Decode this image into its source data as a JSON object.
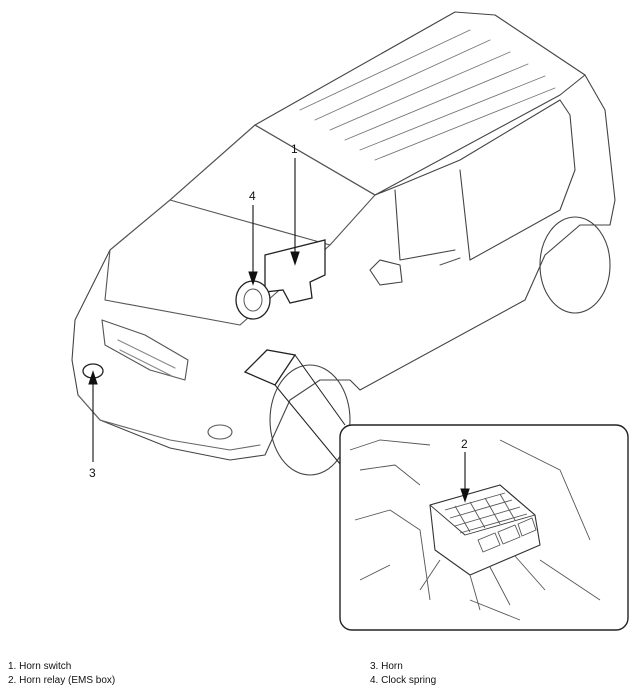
{
  "callouts": {
    "c1": "1",
    "c2": "2",
    "c3": "3",
    "c4": "4"
  },
  "legend": {
    "left": [
      "1. Horn switch",
      "2. Horn relay (EMS box)"
    ],
    "right": [
      "3. Horn",
      "4. Clock spring"
    ]
  }
}
